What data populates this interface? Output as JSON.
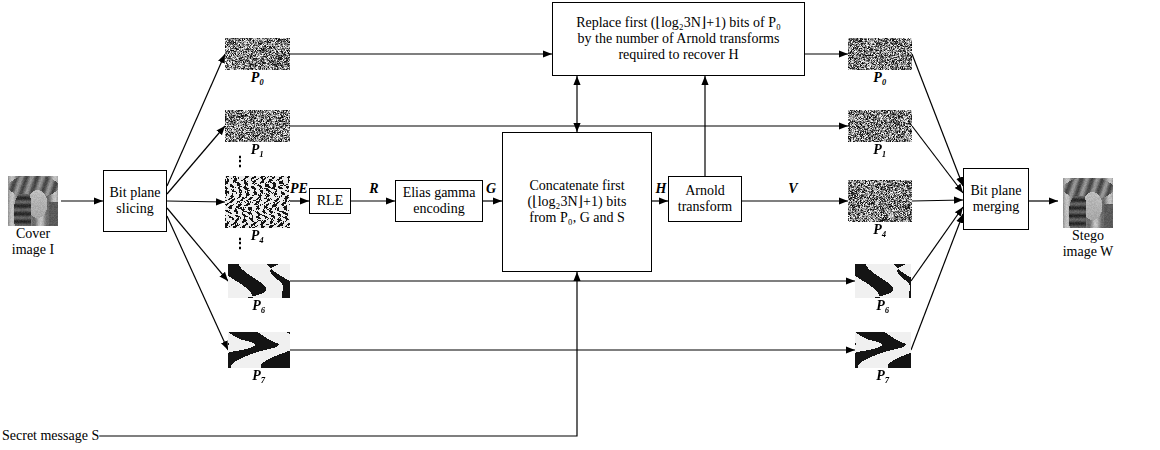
{
  "diagram": {
    "nodes": [
      {
        "text": [
          "Cover image I"
        ]
      },
      {
        "text": [
          "Bit plane slicing"
        ]
      },
      {
        "text": [
          "P₀"
        ]
      },
      {
        "text": [
          "P₁"
        ]
      },
      {
        "text": [
          "P₄"
        ]
      },
      {
        "text": [
          "P₆"
        ]
      },
      {
        "text": [
          "P₇"
        ]
      },
      {
        "text": [
          "RLE"
        ]
      },
      {
        "text": [
          "Elias gamma encoding"
        ]
      },
      {
        "text": [
          "Replace first (⌊log₂3N⌋+1) bits of P₀ by the number of Arnold transforms required to recover H"
        ]
      },
      {
        "text": [
          "Concatenate first (⌊log₂3N⌋+1) bits from P₀, G and S"
        ]
      },
      {
        "text": [
          "Arnold transform"
        ]
      },
      {
        "text": [
          "P₀"
        ]
      },
      {
        "text": [
          "P₁"
        ]
      },
      {
        "text": [
          "P₄"
        ]
      },
      {
        "text": [
          "P₆"
        ]
      },
      {
        "text": [
          "P₇"
        ]
      },
      {
        "text": [
          "Bit plane merging"
        ]
      },
      {
        "text": [
          "Stego image W"
        ]
      },
      {
        "text": [
          "Secret message S"
        ]
      }
    ],
    "edges": [
      {
        "from": 0,
        "to": 1,
        "arrow": "to"
      },
      {
        "from": 1,
        "to": 2,
        "arrow": "to"
      },
      {
        "from": 1,
        "to": 3,
        "arrow": "to"
      },
      {
        "from": 1,
        "to": 4,
        "arrow": "to"
      },
      {
        "from": 1,
        "to": 5,
        "arrow": "to"
      },
      {
        "from": 1,
        "to": 6,
        "arrow": "to"
      },
      {
        "from": 2,
        "to": 9,
        "arrow": "to"
      },
      {
        "from": 9,
        "to": 12,
        "arrow": "to"
      },
      {
        "from": 9,
        "to": 10,
        "arrow": "both"
      },
      {
        "from": 3,
        "to": 13,
        "arrow": "to"
      },
      {
        "from": 4,
        "to": 7,
        "label": "PE",
        "arrow": "to"
      },
      {
        "from": 7,
        "to": 8,
        "label": "R",
        "arrow": "to"
      },
      {
        "from": 8,
        "to": 10,
        "label": "G",
        "arrow": "to"
      },
      {
        "from": 10,
        "to": 11,
        "label": "H",
        "arrow": "to"
      },
      {
        "from": 11,
        "to": 14,
        "label": "V",
        "arrow": "to"
      },
      {
        "from": 11,
        "to": 9,
        "arrow": "to"
      },
      {
        "from": 19,
        "to": 10,
        "arrow": "to"
      },
      {
        "from": 5,
        "to": 15,
        "arrow": "to"
      },
      {
        "from": 6,
        "to": 16,
        "arrow": "to"
      },
      {
        "from": 12,
        "to": 17,
        "arrow": "to"
      },
      {
        "from": 13,
        "to": 17,
        "arrow": "to"
      },
      {
        "from": 14,
        "to": 17,
        "arrow": "to"
      },
      {
        "from": 15,
        "to": 17,
        "arrow": "to"
      },
      {
        "from": 16,
        "to": 17,
        "arrow": "to"
      },
      {
        "from": 17,
        "to": 18,
        "arrow": "to"
      }
    ],
    "labels": [
      "⋮",
      "⋮"
    ]
  }
}
